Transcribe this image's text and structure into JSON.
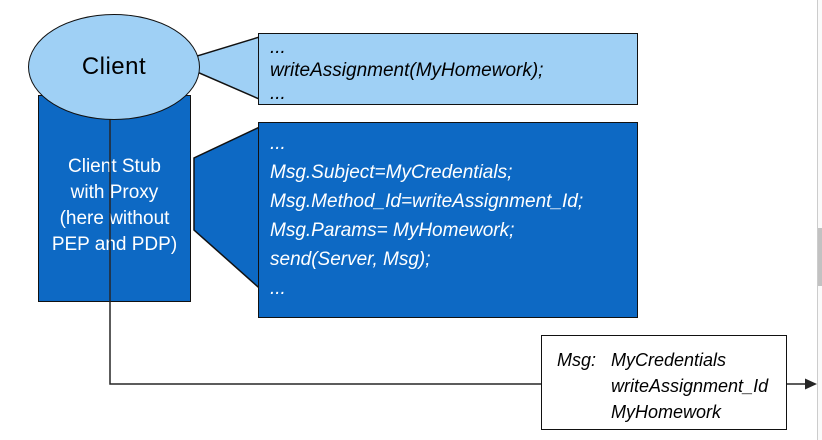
{
  "colors": {
    "light_blue": "#9fd0f5",
    "dark_blue": "#0d69c4",
    "border": "#111111",
    "connector": "#262626"
  },
  "client": {
    "label": "Client"
  },
  "client_stub": {
    "lines": [
      "Client Stub",
      "with Proxy",
      "(here without",
      "PEP and PDP)"
    ]
  },
  "client_code_callout": {
    "lines": [
      "...",
      "writeAssignment(MyHomework);",
      "..."
    ]
  },
  "stub_code_callout": {
    "lines": [
      "...",
      "Msg.Subject=MyCredentials;",
      "Msg.Method_Id=writeAssignment_Id;",
      "Msg.Params= MyHomework;",
      "send(Server, Msg);",
      "..."
    ]
  },
  "message_box": {
    "label": "Msg:",
    "values": [
      "MyCredentials",
      "writeAssignment_Id",
      "MyHomework"
    ]
  }
}
